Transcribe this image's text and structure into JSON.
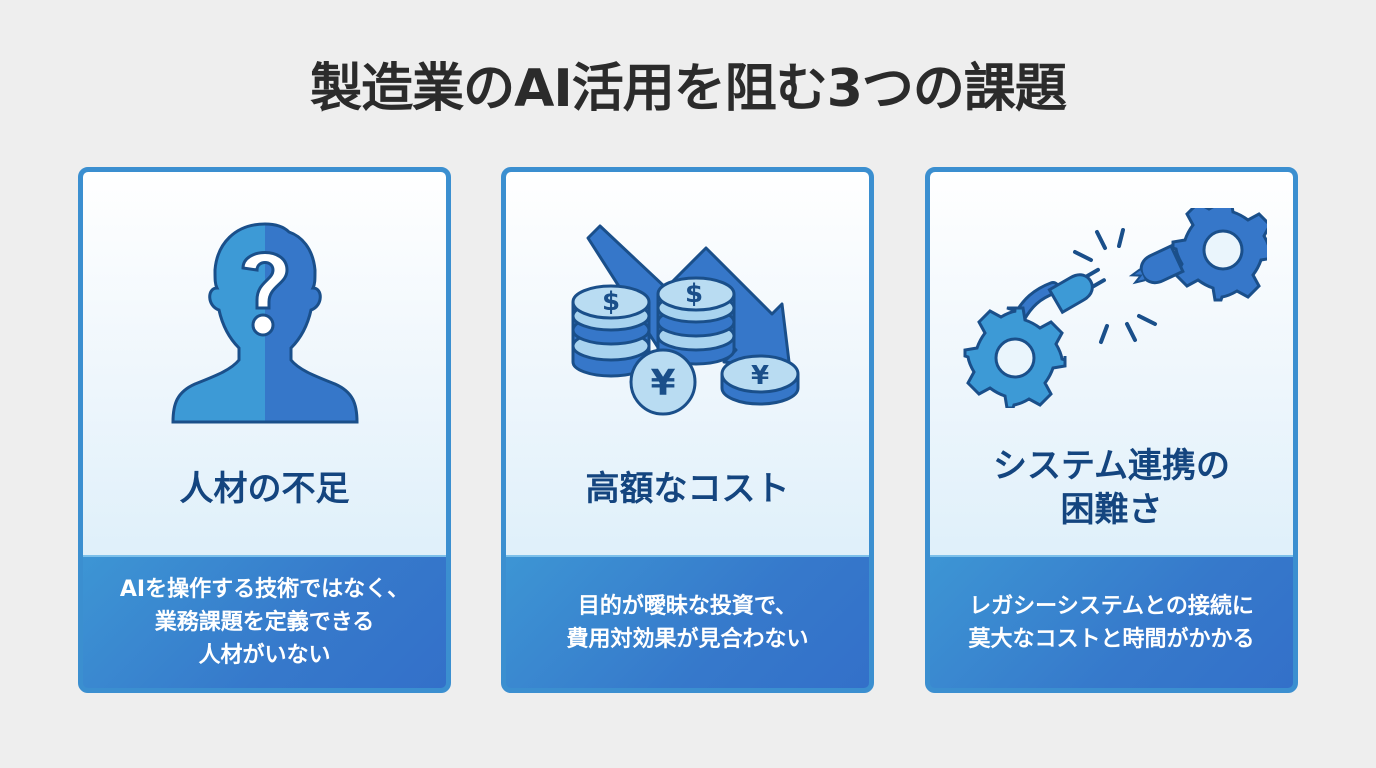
{
  "title": "製造業のAI活用を阻む3つの課題",
  "colors": {
    "background": "#eeeeee",
    "card_border": "#3b8fd0",
    "heading": "#14457f",
    "icon_light": "#3d9ad6",
    "icon_dark": "#3677c9",
    "icon_outline": "#1a4f8a",
    "desc_bg": "#3679cb"
  },
  "cards": [
    {
      "icon": "person-question-icon",
      "heading_lines": [
        "人材の不足"
      ],
      "description_lines": [
        "AIを操作する技術ではなく、",
        "業務課題を定義できる",
        "人材がいない"
      ]
    },
    {
      "icon": "coins-falling-arrow-icon",
      "heading_lines": [
        "高額なコスト"
      ],
      "description_lines": [
        "目的が曖昧な投資で、",
        "費用対効果が見合わない"
      ]
    },
    {
      "icon": "disconnected-gears-plug-icon",
      "heading_lines": [
        "システム連携の",
        "困難さ"
      ],
      "description_lines": [
        "レガシーシステムとの接続に",
        "莫大なコストと時間がかかる"
      ]
    }
  ]
}
